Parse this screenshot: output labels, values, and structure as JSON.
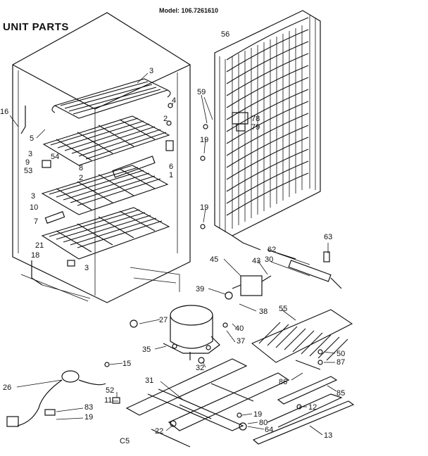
{
  "header": {
    "title": "UNIT PARTS",
    "model": "Model: 106.7261610",
    "footer_code": "C5"
  },
  "callouts": [
    {
      "id": "c3a",
      "text": "3"
    },
    {
      "id": "c16",
      "text": "16"
    },
    {
      "id": "c5",
      "text": "5"
    },
    {
      "id": "c4",
      "text": "4"
    },
    {
      "id": "c2a",
      "text": "2"
    },
    {
      "id": "c3b",
      "text": "3"
    },
    {
      "id": "c54",
      "text": "54"
    },
    {
      "id": "c9",
      "text": "9"
    },
    {
      "id": "c53",
      "text": "53"
    },
    {
      "id": "c8",
      "text": "8"
    },
    {
      "id": "c2b",
      "text": "2"
    },
    {
      "id": "c6",
      "text": "6"
    },
    {
      "id": "c1",
      "text": "1"
    },
    {
      "id": "c3c",
      "text": "3"
    },
    {
      "id": "c10",
      "text": "10"
    },
    {
      "id": "c7",
      "text": "7"
    },
    {
      "id": "c21",
      "text": "21"
    },
    {
      "id": "c18",
      "text": "18"
    },
    {
      "id": "c3d",
      "text": "3"
    },
    {
      "id": "c56",
      "text": "56"
    },
    {
      "id": "c59",
      "text": "59"
    },
    {
      "id": "c78",
      "text": "78"
    },
    {
      "id": "c79",
      "text": "79"
    },
    {
      "id": "c19a",
      "text": "19"
    },
    {
      "id": "c19b",
      "text": "19"
    },
    {
      "id": "c63",
      "text": "63"
    },
    {
      "id": "c62",
      "text": "62"
    },
    {
      "id": "c30",
      "text": "30"
    },
    {
      "id": "c45",
      "text": "45"
    },
    {
      "id": "c43",
      "text": "43"
    },
    {
      "id": "c39",
      "text": "39"
    },
    {
      "id": "c38",
      "text": "38"
    },
    {
      "id": "c55",
      "text": "55"
    },
    {
      "id": "c27",
      "text": "27"
    },
    {
      "id": "c40",
      "text": "40"
    },
    {
      "id": "c37",
      "text": "37"
    },
    {
      "id": "c35",
      "text": "35"
    },
    {
      "id": "c15",
      "text": "15"
    },
    {
      "id": "c32",
      "text": "32"
    },
    {
      "id": "c50",
      "text": "50"
    },
    {
      "id": "c87",
      "text": "87"
    },
    {
      "id": "c26",
      "text": "26"
    },
    {
      "id": "c31",
      "text": "31"
    },
    {
      "id": "c86",
      "text": "86"
    },
    {
      "id": "c85",
      "text": "85"
    },
    {
      "id": "c52",
      "text": "52"
    },
    {
      "id": "c11",
      "text": "11"
    },
    {
      "id": "c83",
      "text": "83"
    },
    {
      "id": "c19c",
      "text": "19"
    },
    {
      "id": "c12",
      "text": "12"
    },
    {
      "id": "c19d",
      "text": "19"
    },
    {
      "id": "c80",
      "text": "80"
    },
    {
      "id": "c64",
      "text": "64"
    },
    {
      "id": "c22",
      "text": "22"
    },
    {
      "id": "c13",
      "text": "13"
    }
  ]
}
